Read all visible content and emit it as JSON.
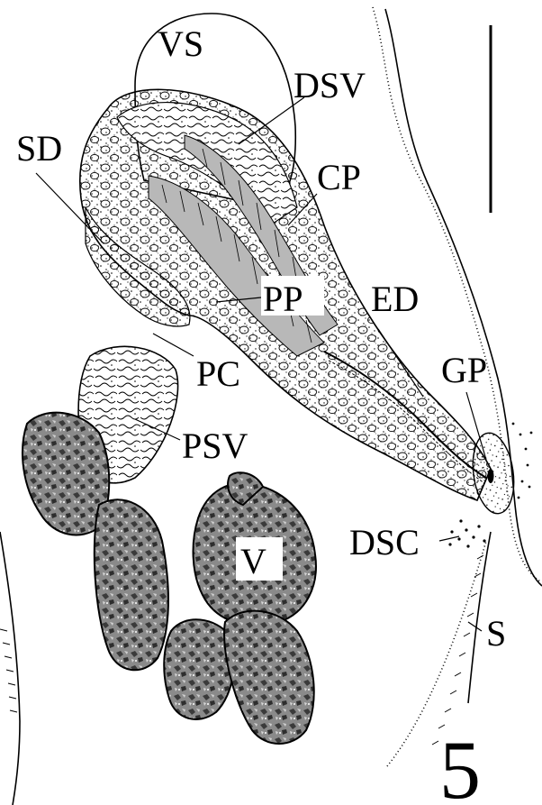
{
  "figure_number": "5",
  "labels": {
    "vs": "VS",
    "dsv": "DSV",
    "sd": "SD",
    "cp": "CP",
    "pp": "PP",
    "ed": "ED",
    "gp": "GP",
    "pc": "PC",
    "psv": "PSV",
    "dsc": "DSC",
    "v": "V",
    "s": "S"
  },
  "colors": {
    "ink": "#000000",
    "paper": "#ffffff",
    "duct_gray": "#b8b8b8",
    "vitellarium": "#7a7a7a"
  }
}
